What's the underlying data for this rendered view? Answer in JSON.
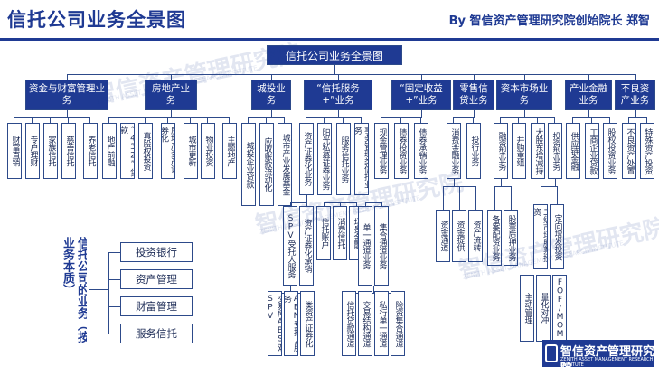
{
  "header": {
    "title": "信托公司业务全景图",
    "byline": "By 智信资产管理研究院创始院长 郑智"
  },
  "root": "信托公司业务全景图",
  "categories": [
    {
      "label": "资金与财富管理业务",
      "children": [
        "财富直销",
        "专户理财",
        "家族信托",
        "慈善信托",
        "养老信托"
      ]
    },
    {
      "label": "房地产业务",
      "children": [
        "地产前融",
        "“432”贷款",
        "真股权投资",
        "房地产资产证券化",
        "城市更新",
        "物业投资",
        "主题地产"
      ]
    },
    {
      "label": "城投业务",
      "children": [
        "城投企业贷款",
        "应收账款流动化",
        "城市产业发展基金"
      ]
    },
    {
      "label": "“信托服务+”业务",
      "children": [
        "资产证券化业务",
        "阳光私募证券业务",
        "服务信托业务",
        "事务管理类信托业务"
      ]
    },
    {
      "label": "“固定收益+”业务",
      "children": [
        "现金管理业务",
        "债券投资业务",
        "债券承销业务"
      ]
    },
    {
      "label": "零售信贷业务",
      "children": [
        "消费金融业务",
        "投行业务"
      ]
    },
    {
      "label": "资本市场业务",
      "children": [
        "融资型业务",
        "并购重组",
        "大股东增减持",
        "投资型业务"
      ]
    },
    {
      "label": "产业金融业务",
      "children": [
        "供应链金融",
        "工商企业贷款",
        "股权投资业务"
      ]
    },
    {
      "label": "不良资产业务",
      "children": [
        "不良资产处置",
        "特殊资产投资"
      ]
    }
  ],
  "sub": {
    "abs": [
      "SPV受托人服务",
      "资产证券化承销"
    ],
    "abs_l3": [
      "交易所ABS双SPV",
      "ABN受托人服务",
      "类资产证券化"
    ],
    "yangguang": [
      "信托账户",
      "消费信托",
      "场景金融"
    ],
    "service": [
      "单一通道业务",
      "集合通道业务"
    ],
    "service_l3": [
      "信托贷款通道",
      "交易结构通道",
      "私行单一通道",
      "险资集合通道"
    ],
    "consumer": [
      "资金通道",
      "资金提供",
      "资产流转"
    ],
    "equity": [
      "备案配资业务",
      "股票质押业务"
    ],
    "invest": [
      "二级市场股票投资",
      "定向增发投资"
    ],
    "invest_l3": [
      "主动管理",
      "量化对冲",
      "FOF/MOM"
    ]
  },
  "securities": {
    "label": "信托公司的业务（按业务本质）",
    "items": [
      "投资银行",
      "资产管理",
      "财富管理",
      "服务信托"
    ]
  },
  "watermark": {
    "name": "智信资产管理研究院",
    "sub": "ZENITH ASSET MANAGEMENT RESEARCH INSTITUTE"
  },
  "colors": {
    "primary": "#1f3a93",
    "line": "#2d4a8a"
  }
}
